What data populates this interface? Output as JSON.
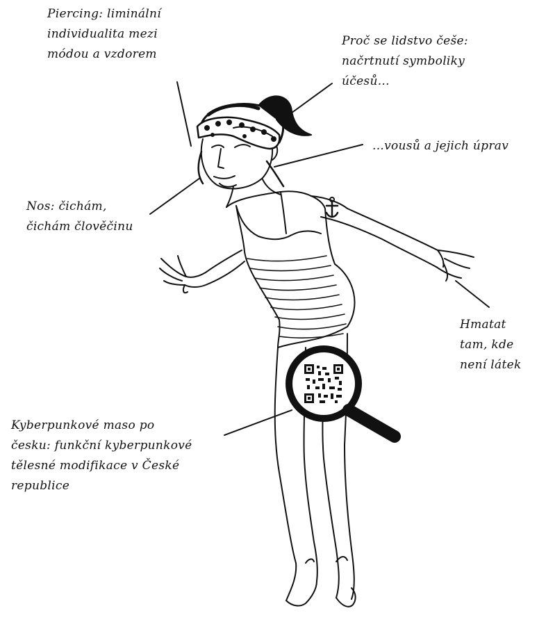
{
  "annotations": {
    "piercing": [
      "Piercing: liminální",
      "individualita mezi",
      "módou a vzdorem"
    ],
    "ucesy": [
      "Proč se lidstvo češe:",
      "načrtnutí symboliky",
      "účesů..."
    ],
    "vousy": [
      "...vousů a jejich úprav"
    ],
    "nos": [
      "Nos: čichám,",
      "čichám člověčinu"
    ],
    "hmatat": [
      "Hmatat",
      "tam, kde",
      "není látek"
    ],
    "kyber": [
      "Kyberpunkové maso po",
      "česku: funkční kyberpunkové",
      "tělesné modifikace v České",
      "republice"
    ]
  },
  "colors": {
    "ink": "#111111",
    "paper": "#ffffff"
  },
  "icons": [
    "magnifying-glass-icon",
    "qr-code-icon",
    "anchor-tattoo-icon"
  ]
}
